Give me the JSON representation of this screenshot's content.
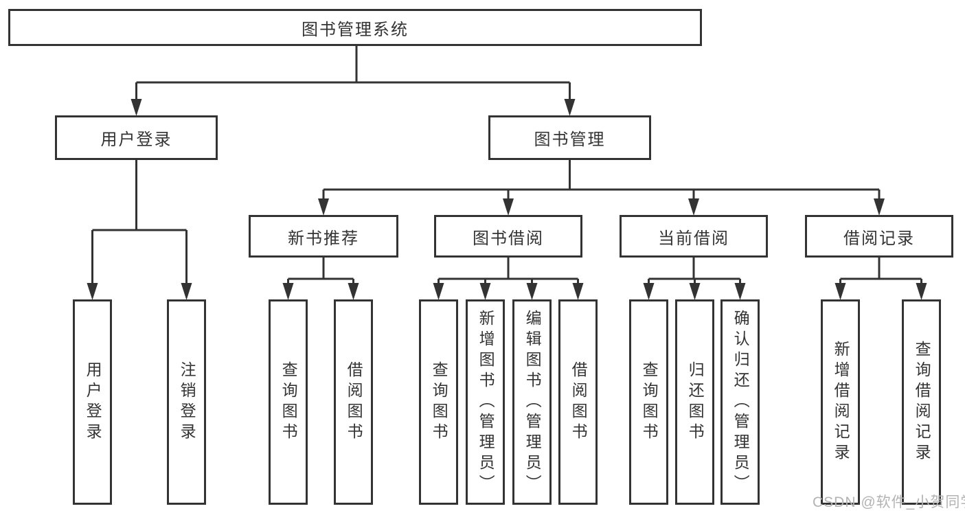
{
  "title": "图书管理系统",
  "tree": {
    "root": {
      "label": "图书管理系统"
    },
    "branches": [
      {
        "label": "用户登录",
        "children": [
          {
            "label": "用户登录"
          },
          {
            "label": "注销登录"
          }
        ]
      },
      {
        "label": "图书管理",
        "children": [
          {
            "label": "新书推荐",
            "children": [
              {
                "label": "查询图书"
              },
              {
                "label": "借阅图书"
              }
            ]
          },
          {
            "label": "图书借阅",
            "children": [
              {
                "label": "查询图书"
              },
              {
                "label": "新增图书（管理员）"
              },
              {
                "label": "编辑图书（管理员）"
              },
              {
                "label": "借阅图书"
              }
            ]
          },
          {
            "label": "当前借阅",
            "children": [
              {
                "label": "查询图书"
              },
              {
                "label": "归还图书"
              },
              {
                "label": "确认归还（管理员）"
              }
            ]
          },
          {
            "label": "借阅记录",
            "children": [
              {
                "label": "新增借阅记录"
              },
              {
                "label": "查询借阅记录"
              }
            ]
          }
        ]
      }
    ]
  },
  "watermark": {
    "text": "CSDN @软件_小贺同学"
  },
  "colors": {
    "line": "#333333",
    "text": "#333333",
    "box_background": "#ffffff",
    "page_background": "#ffffff",
    "watermark": "#b3b3b3"
  }
}
